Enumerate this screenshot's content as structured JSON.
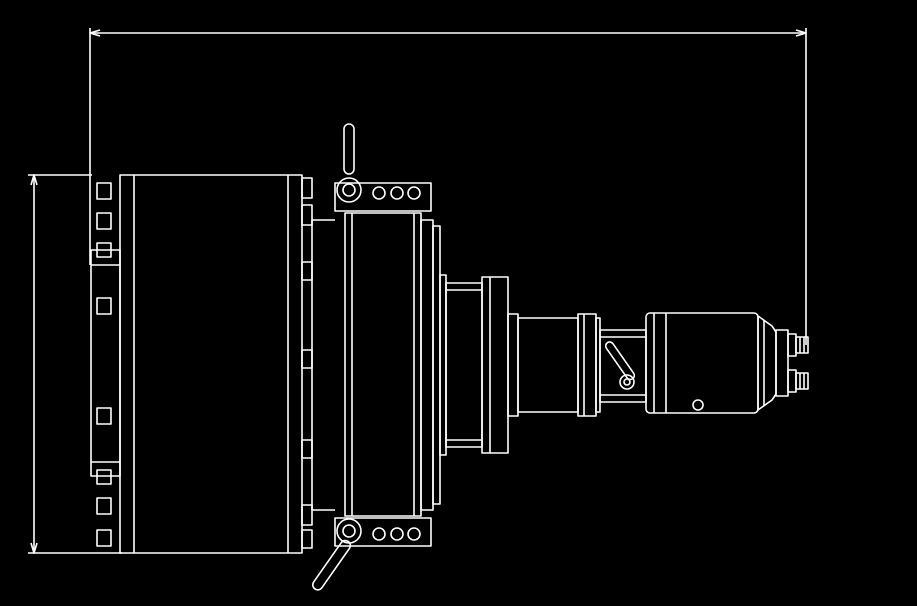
{
  "drawing": {
    "background_color": "#000000",
    "line_color": "#ffffff",
    "components": [
      "dimension-line-length",
      "dimension-line-height",
      "main-housing",
      "mounting-flange",
      "clamp-ring-assembly",
      "clamp-handle-top",
      "clamp-handle-bottom",
      "drive-adapter",
      "gearbox-flange",
      "gearbox-body",
      "coupling",
      "coupling-lever",
      "motor-body",
      "motor-end-cap",
      "air-fittings"
    ]
  }
}
